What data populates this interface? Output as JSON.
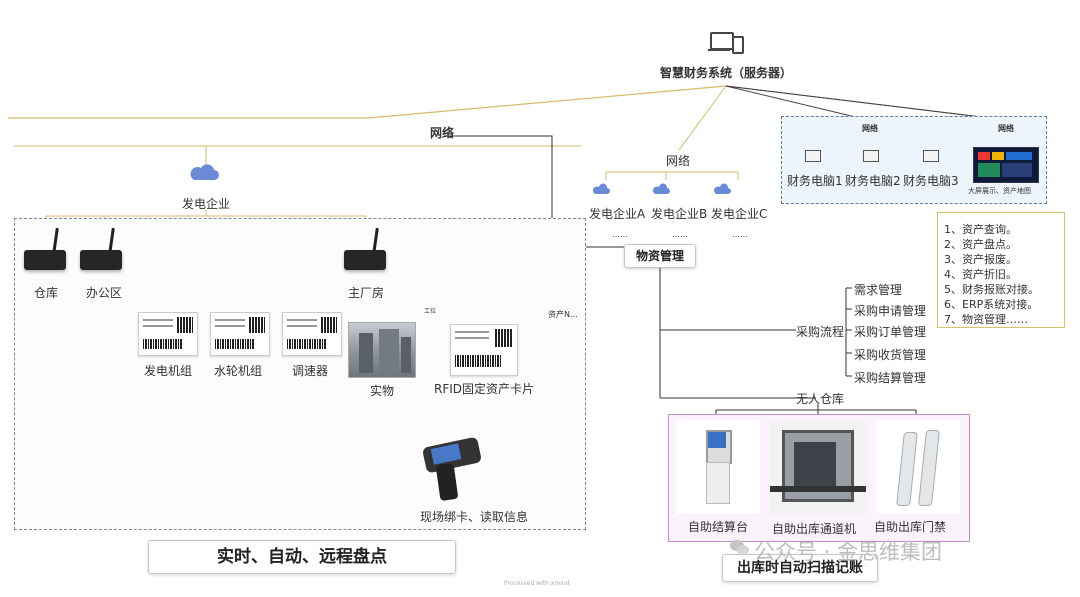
{
  "server": {
    "title": "智慧财务系统（服务器）",
    "icon": "server-icon"
  },
  "network_main": "网络",
  "network_right": "网络",
  "finance_panel": {
    "network_left": "网络",
    "network_right": "网络",
    "pcs": [
      "财务电脑1",
      "财务电脑2",
      "财务电脑3"
    ],
    "bigscreen_caption": "大屏展示、资产地图"
  },
  "power_company": "发电企业",
  "companies": [
    "发电企业A",
    "发电企业B",
    "发电企业C"
  ],
  "dots": "……",
  "material_mgmt": "物资管理",
  "readers": [
    "仓库",
    "办公区",
    "主厂房"
  ],
  "asset_labels": [
    "发电机组",
    "水轮机组",
    "调速器",
    "实物",
    "RFID固定资产卡片"
  ],
  "tiny_labels": {
    "mid": "工位",
    "right": "资产N..."
  },
  "handheld_caption": "现场绑卡、读取信息",
  "procurement": {
    "flow_label": "采购流程",
    "items": [
      "需求管理",
      "采购申请管理",
      "采购订单管理",
      "采购收货管理",
      "采购结算管理"
    ]
  },
  "features": [
    "1、资产查询。",
    "2、资产盘点。",
    "3、资产报废。",
    "4、资产折旧。",
    "5、财务报账对接。",
    "6、ERP系统对接。",
    "7、物资管理……"
  ],
  "warehouse": {
    "title": "无人仓库",
    "devices": [
      "自助结算台",
      "自助出库通道机",
      "自助出库门禁"
    ]
  },
  "bottom_left_banner": "实时、自动、远程盘点",
  "bottom_right_banner": "出库时自动扫描记账",
  "watermark": "公众号 · 金思维集团",
  "footer_small": "Processed with xmind",
  "colors": {
    "line_gold": "#d9b76a",
    "line_dark": "#333333",
    "panel_bg": "#eef4fb",
    "panel_border": "#5b7fa8",
    "warehouse_border": "#c58bd0",
    "cloud_blue": "#6a8ad8"
  }
}
